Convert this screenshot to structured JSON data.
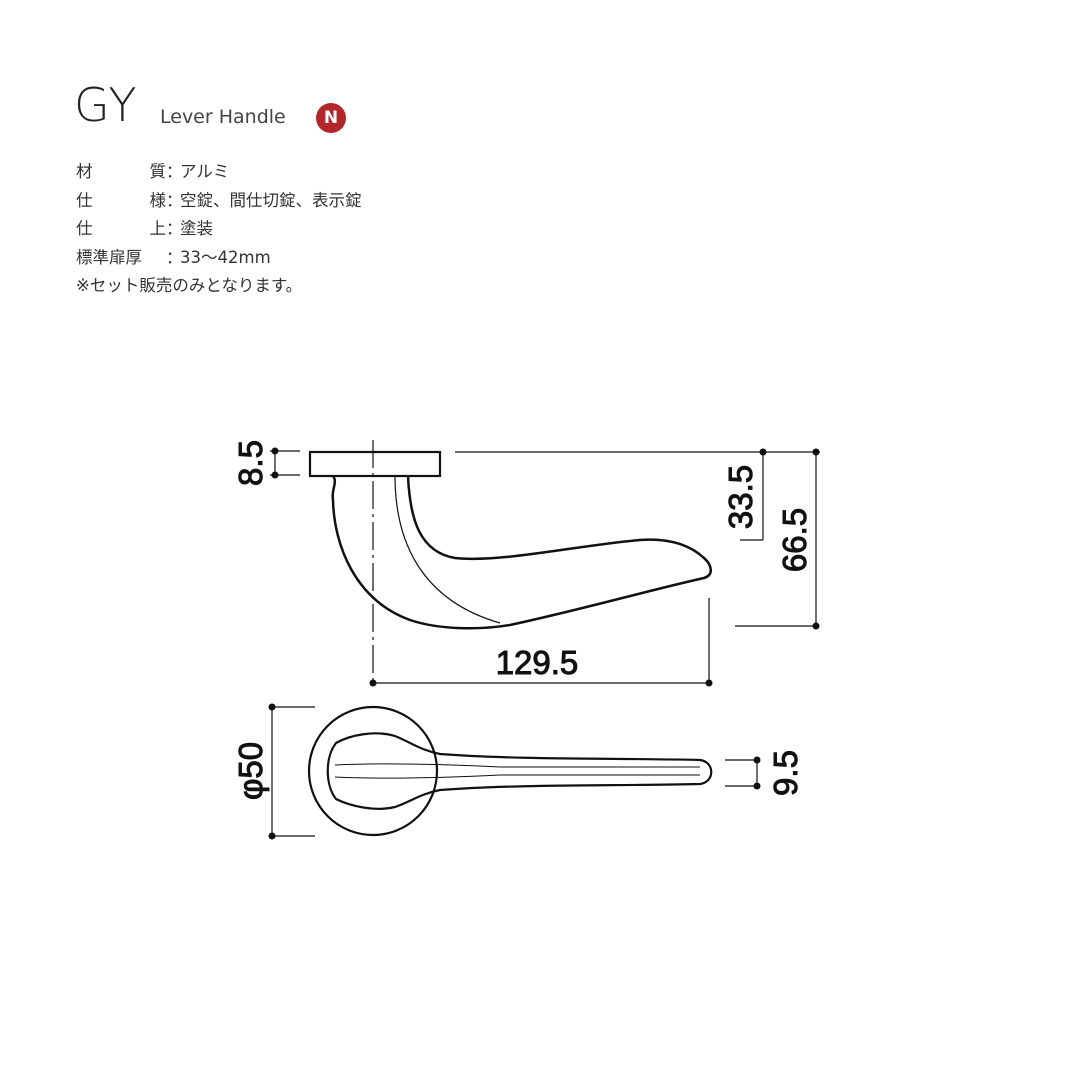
{
  "header": {
    "title": "GY",
    "subtitle": "Lever Handle",
    "badge": "N",
    "badge_color": "#b3262a"
  },
  "specs": [
    {
      "label_a": "材",
      "label_b": "質",
      "value": "アルミ"
    },
    {
      "label_a": "仕",
      "label_b": "様",
      "value": "空錠、間仕切錠、表示錠"
    },
    {
      "label_a": "仕",
      "label_b": "上",
      "value": "塗装"
    },
    {
      "label_a": "標準扉厚",
      "label_b": "",
      "value": "33〜42mm"
    }
  ],
  "separator": "：",
  "note": "※セット販売のみとなります。",
  "dimensions": {
    "rose_thickness": "8.5",
    "lever_rise": "33.5",
    "total_height": "66.5",
    "projection": "129.5",
    "rose_diameter": "φ50",
    "lever_width": "9.5"
  }
}
